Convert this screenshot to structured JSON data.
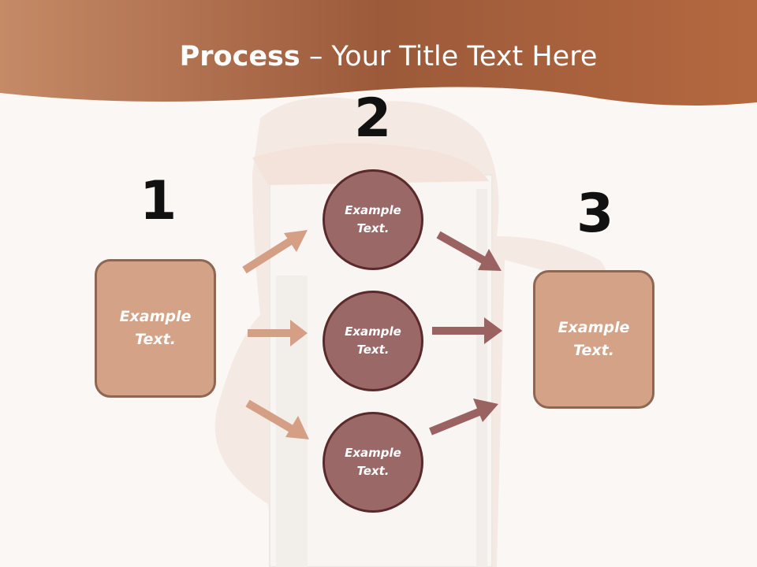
{
  "title": {
    "bold": "Process",
    "rest": " – Your Title Text Here"
  },
  "steps": {
    "one": "1",
    "two": "2",
    "three": "3"
  },
  "left_box": {
    "text": "Example Text."
  },
  "circles": [
    {
      "text": "Example Text."
    },
    {
      "text": "Example Text."
    },
    {
      "text": "Example Text."
    }
  ],
  "right_box": {
    "text": "Example Text."
  },
  "colors": {
    "header": "#a8623c",
    "box_fill": "#d4a286",
    "circle_fill": "#9b6868",
    "arrow_light": "#d59f85",
    "arrow_dark": "#9b6262"
  }
}
